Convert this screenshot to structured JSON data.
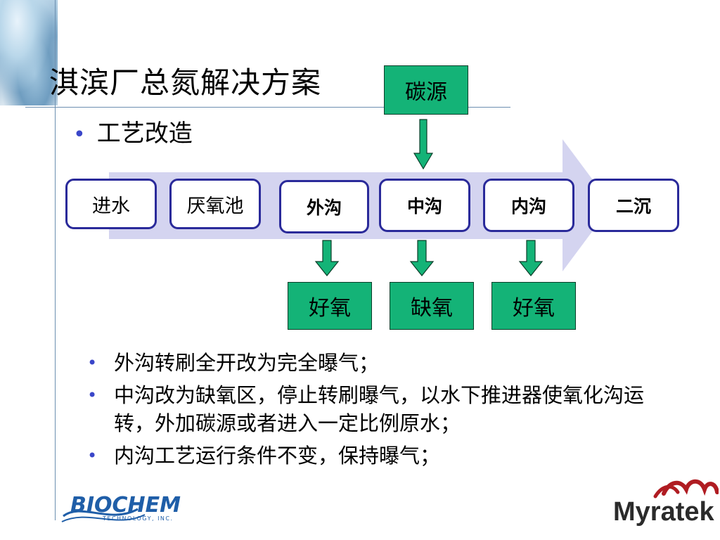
{
  "slide": {
    "title": "淇滨厂总氮解决方案",
    "subtitle": "工艺改造",
    "bullet_symbol": "•"
  },
  "flow": {
    "top_box": "碳源",
    "stages": [
      "进水",
      "厌氧池",
      "外沟",
      "中沟",
      "内沟",
      "二沉"
    ],
    "bottom_boxes": [
      "好氧",
      "缺氧",
      "好氧"
    ]
  },
  "notes": [
    "外沟转刷全开改为完全曝气；",
    "中沟改为缺氧区，停止转刷曝气，以水下推进器使氧化沟运转，外加碳源或者进入一定比例原水；",
    "内沟工艺运行条件不变，保持曝气；"
  ],
  "logos": {
    "left": "BIOCHEM",
    "left_tagline": "TECHNOLOGY, INC.",
    "right": "Myratek"
  },
  "colors": {
    "accent_bullet": "#3a46c9",
    "box_border": "#2a2a9a",
    "green_box": "#14b377",
    "big_arrow": "#d4d4f0",
    "logo_blue": "#1f5ea8",
    "logo_red": "#b01c22"
  }
}
